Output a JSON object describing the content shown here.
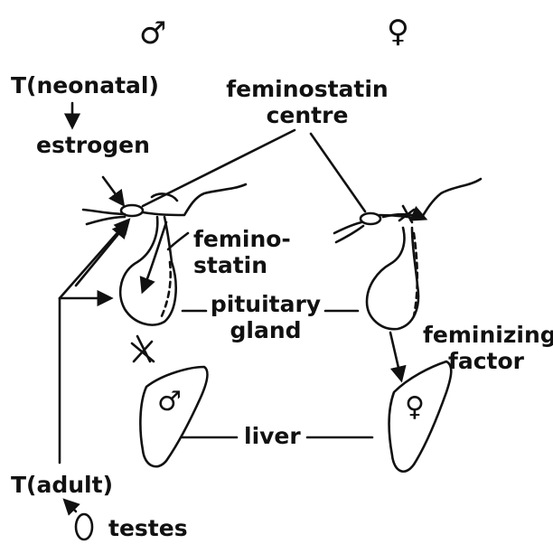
{
  "header": {
    "male_symbol": "♂",
    "female_symbol": "♀"
  },
  "labels": {
    "t_neonatal": "T(neonatal)",
    "estrogen": "estrogen",
    "feminostatin_centre_line1": "feminostatin",
    "feminostatin_centre_line2": "centre",
    "feminostatin_line1": "femino-",
    "feminostatin_line2": "statin",
    "pituitary_line1": "pituitary",
    "pituitary_line2": "gland",
    "feminizing_line1": "feminizing",
    "feminizing_line2": "factor",
    "liver": "liver",
    "t_adult": "T(adult)",
    "testes": "testes"
  },
  "liver_symbols": {
    "male": "♂",
    "female": "♀"
  },
  "colors": {
    "ink": "#111111",
    "background": "#ffffff"
  }
}
